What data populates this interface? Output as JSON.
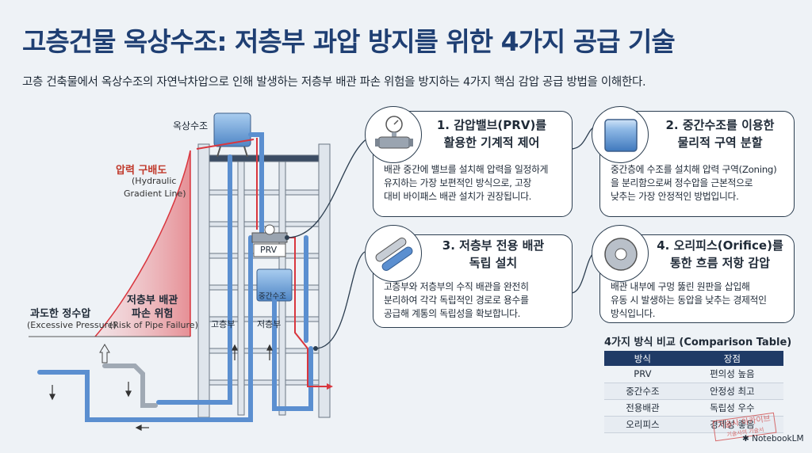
{
  "title": "고층건물 옥상수조: 저층부 과압 방지를 위한 4가지 공급 기술",
  "subtitle": "고층 건축물에서 옥상수조의 자연낙차압으로 인해 발생하는 저층부 배관 파손 위험을 방지하는 4가지 핵심 감압 공급 방법을 이해한다.",
  "diagram": {
    "roof_tank": "옥상수조",
    "gradient_ko": "압력 구배도",
    "gradient_en1": "(Hydraulic",
    "gradient_en2": "Gradient Line)",
    "prv": "PRV",
    "mid_tank": "중간수조",
    "high_zone": "고층부",
    "low_zone": "저층부",
    "pipe_risk_ko1": "저층부 배관",
    "pipe_risk_ko2": "파손 위험",
    "pipe_risk_en": "(Risk of Pipe Failure)",
    "excess_ko": "과도한 정수압",
    "excess_en": "(Excessive Pressure)"
  },
  "methods": [
    {
      "title1": "1. 감압밸브(PRV)를",
      "title2": "활용한 기계적 제어",
      "desc": [
        "배관 중간에 밸브를 설치해 압력을 일정하게",
        "유지하는 가장 보편적인 방식으로, 고장",
        "대비 바이패스 배관 설치가 권장됩니다."
      ],
      "icon": "pressure-valve-icon"
    },
    {
      "title1": "2. 중간수조를 이용한",
      "title2": "물리적 구역 분할",
      "desc": [
        "중간층에 수조를 설치해 압력 구역(Zoning)",
        "을 분리함으로써 정수압을 근본적으로",
        "낮추는 가장 안정적인 방법입니다."
      ],
      "icon": "water-tank-icon"
    },
    {
      "title1": "3. 저층부 전용 배관",
      "title2": "독립 설치",
      "desc": [
        "고층부와 저층부의 수직 배관을 완전히",
        "분리하여 각각 독립적인 경로로 용수를",
        "공급해 계통의 독립성을 확보합니다."
      ],
      "icon": "pipes-icon"
    },
    {
      "title1": "4. 오리피스(Orifice)를",
      "title2": "통한 흐름 저항 감압",
      "desc": [
        "배관 내부에 구멍 뚫린 원판을 삽입해",
        "유동 시 발생하는 동압을 낮추는 경제적인",
        "방식입니다."
      ],
      "icon": "orifice-disc-icon"
    }
  ],
  "table": {
    "title": "4가지 방식 비교 (Comparison Table)",
    "headers": [
      "방식",
      "장점"
    ],
    "rows": [
      [
        "PRV",
        "편의성 높음"
      ],
      [
        "중간수조",
        "안정성 최고"
      ],
      [
        "전용배관",
        "독립성 우수"
      ],
      [
        "오리피스",
        "경제성 좋음"
      ]
    ]
  },
  "stamp": {
    "line1": "기술사 아카이브",
    "line2": "기술사의 기술서"
  },
  "brand": "NotebookLM",
  "colors": {
    "title": "#1f3f73",
    "pipe": "#5b8fd0",
    "pressure": "#d9363e",
    "table_header": "#1f3a66"
  }
}
